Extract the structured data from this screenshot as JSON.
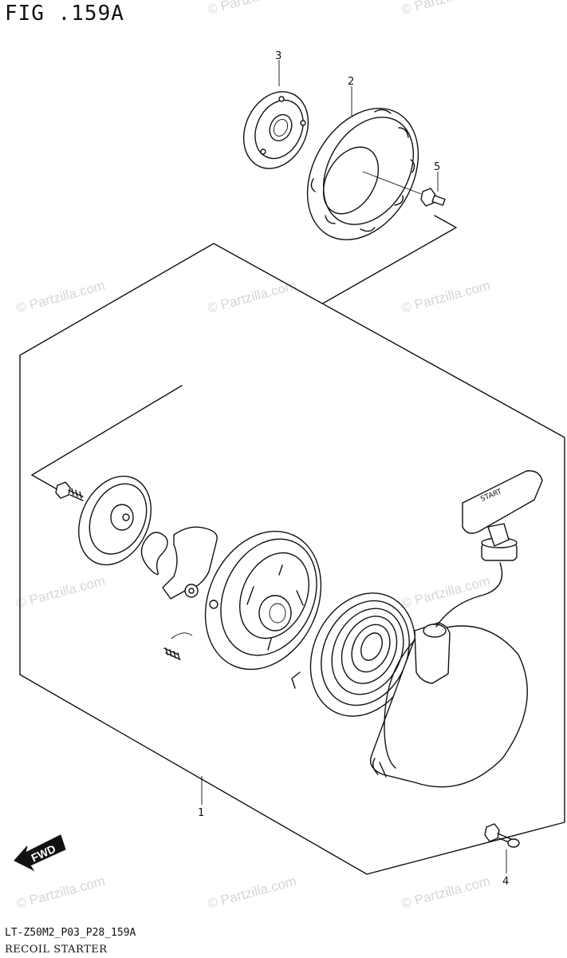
{
  "figure": {
    "title": "FIG .159A"
  },
  "footer": {
    "model_code": "LT-Z50M2_P03_P28_159A",
    "section_name": "RECOIL STARTER"
  },
  "callouts": {
    "c1": "1",
    "c2": "2",
    "c3": "3",
    "c4": "4",
    "c5": "5"
  },
  "watermark": {
    "text": "© Partzilla.com"
  },
  "handle": {
    "label": "START"
  },
  "direction": {
    "label": "FWD"
  }
}
